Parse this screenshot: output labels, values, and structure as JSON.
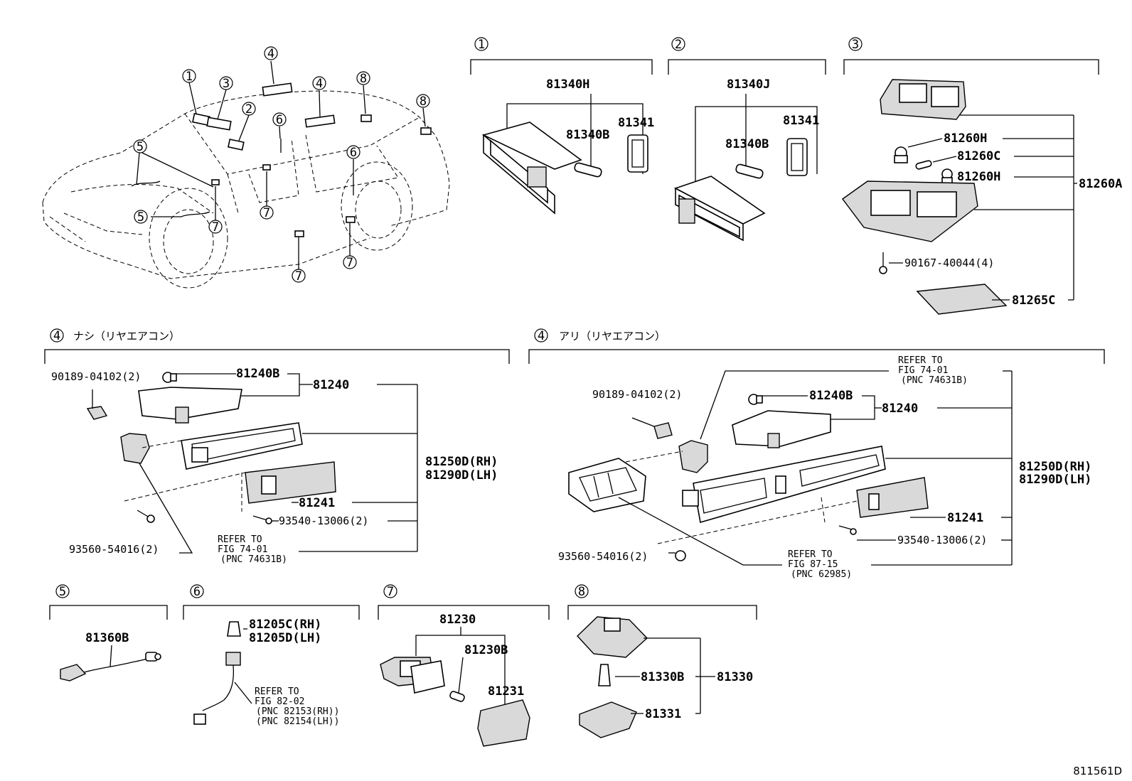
{
  "figure_code": "811561D",
  "car_callouts": [
    {
      "num": "1"
    },
    {
      "num": "2"
    },
    {
      "num": "3"
    },
    {
      "num": "4"
    },
    {
      "num": "4"
    },
    {
      "num": "5"
    },
    {
      "num": "5"
    },
    {
      "num": "6"
    },
    {
      "num": "6"
    },
    {
      "num": "7"
    },
    {
      "num": "7"
    },
    {
      "num": "7"
    },
    {
      "num": "7"
    },
    {
      "num": "8"
    },
    {
      "num": "8"
    }
  ],
  "sections": {
    "s1": {
      "num": "1",
      "parts": [
        "81340H",
        "81341",
        "81340B"
      ]
    },
    "s2": {
      "num": "2",
      "parts": [
        "81340J",
        "81341",
        "81340B"
      ]
    },
    "s3": {
      "num": "3",
      "parts": [
        "81260H",
        "81260C",
        "81260H",
        "81260A",
        "90167-40044(4)",
        "81265C"
      ]
    },
    "s4a": {
      "num": "4",
      "caption": "ナシ（リヤエアコン）",
      "parts": [
        "90189-04102(2)",
        "81240B",
        "81240",
        "81250D(RH)",
        "81290D(LH)",
        "81241",
        "93540-13006(2)",
        "93560-54016(2)"
      ],
      "ref": [
        "REFER TO",
        "FIG 74-01",
        "(PNC 74631B)"
      ]
    },
    "s4b": {
      "num": "4",
      "caption": "アリ（リヤエアコン）",
      "parts": [
        "90189-04102(2)",
        "81240B",
        "81240",
        "81250D(RH)",
        "81290D(LH)",
        "81241",
        "93540-13006(2)",
        "93560-54016(2)"
      ],
      "ref_top": [
        "REFER TO",
        "FIG 74-01",
        "(PNC 74631B)"
      ],
      "ref_bottom": [
        "REFER TO",
        "FIG 87-15",
        "(PNC 62985)"
      ]
    },
    "s5": {
      "num": "5",
      "parts": [
        "81360B"
      ]
    },
    "s6": {
      "num": "6",
      "parts": [
        "81205C(RH)",
        "81205D(LH)"
      ],
      "ref": [
        "REFER TO",
        "FIG 82-02",
        "(PNC 82153(RH))",
        "(PNC 82154(LH))"
      ]
    },
    "s7": {
      "num": "7",
      "parts": [
        "81230",
        "81230B",
        "81231"
      ]
    },
    "s8": {
      "num": "8",
      "parts": [
        "81330B",
        "81330",
        "81331"
      ]
    }
  }
}
